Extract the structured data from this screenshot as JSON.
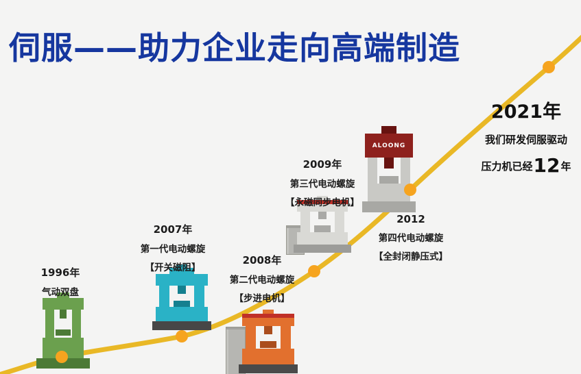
{
  "title": "伺服——助力企业走向高端制造",
  "colors": {
    "background": "#f4f4f3",
    "title": "#16379f",
    "curve": "#e9b826",
    "dot": "#f6a41f"
  },
  "milestones": [
    {
      "year": "1996年",
      "name": "气动双盘"
    },
    {
      "year": "2007年",
      "name": "第一代电动螺旋",
      "variant": "【开关磁阻】"
    },
    {
      "year": "2008年",
      "name": "第二代电动螺旋",
      "variant": "【步进电机】"
    },
    {
      "year": "2009年",
      "name": "第三代电动螺旋",
      "variant": "【永磁同步电机】"
    },
    {
      "year": "2012",
      "name": "第四代电动螺旋",
      "variant": "【全封闭静压式】"
    }
  ],
  "finale": {
    "year": "2021年",
    "line1": "我们研发伺服驱动",
    "line2_prefix": "压力机已经",
    "line2_number": "12",
    "line2_suffix": "年"
  },
  "machines": {
    "m1996": {
      "color": "#6ba04e",
      "dark": "#4c7a36"
    },
    "m2007": {
      "color": "#2ab2c6",
      "dark": "#15808f",
      "base": "#474747"
    },
    "m2008": {
      "color": "#e2702e",
      "dark": "#aa4d1d",
      "banner": "#c03028",
      "base": "#4a4a4a"
    },
    "m2009": {
      "color": "#d9d9d5",
      "dark": "#a9a9a6",
      "banner": "#c03028",
      "base": "#9c9c99"
    },
    "m2012": {
      "color": "#8e211d",
      "dark": "#671310",
      "body": "#c9c9c5",
      "base": "#a8a8a4",
      "brand": "ALOONG"
    }
  }
}
